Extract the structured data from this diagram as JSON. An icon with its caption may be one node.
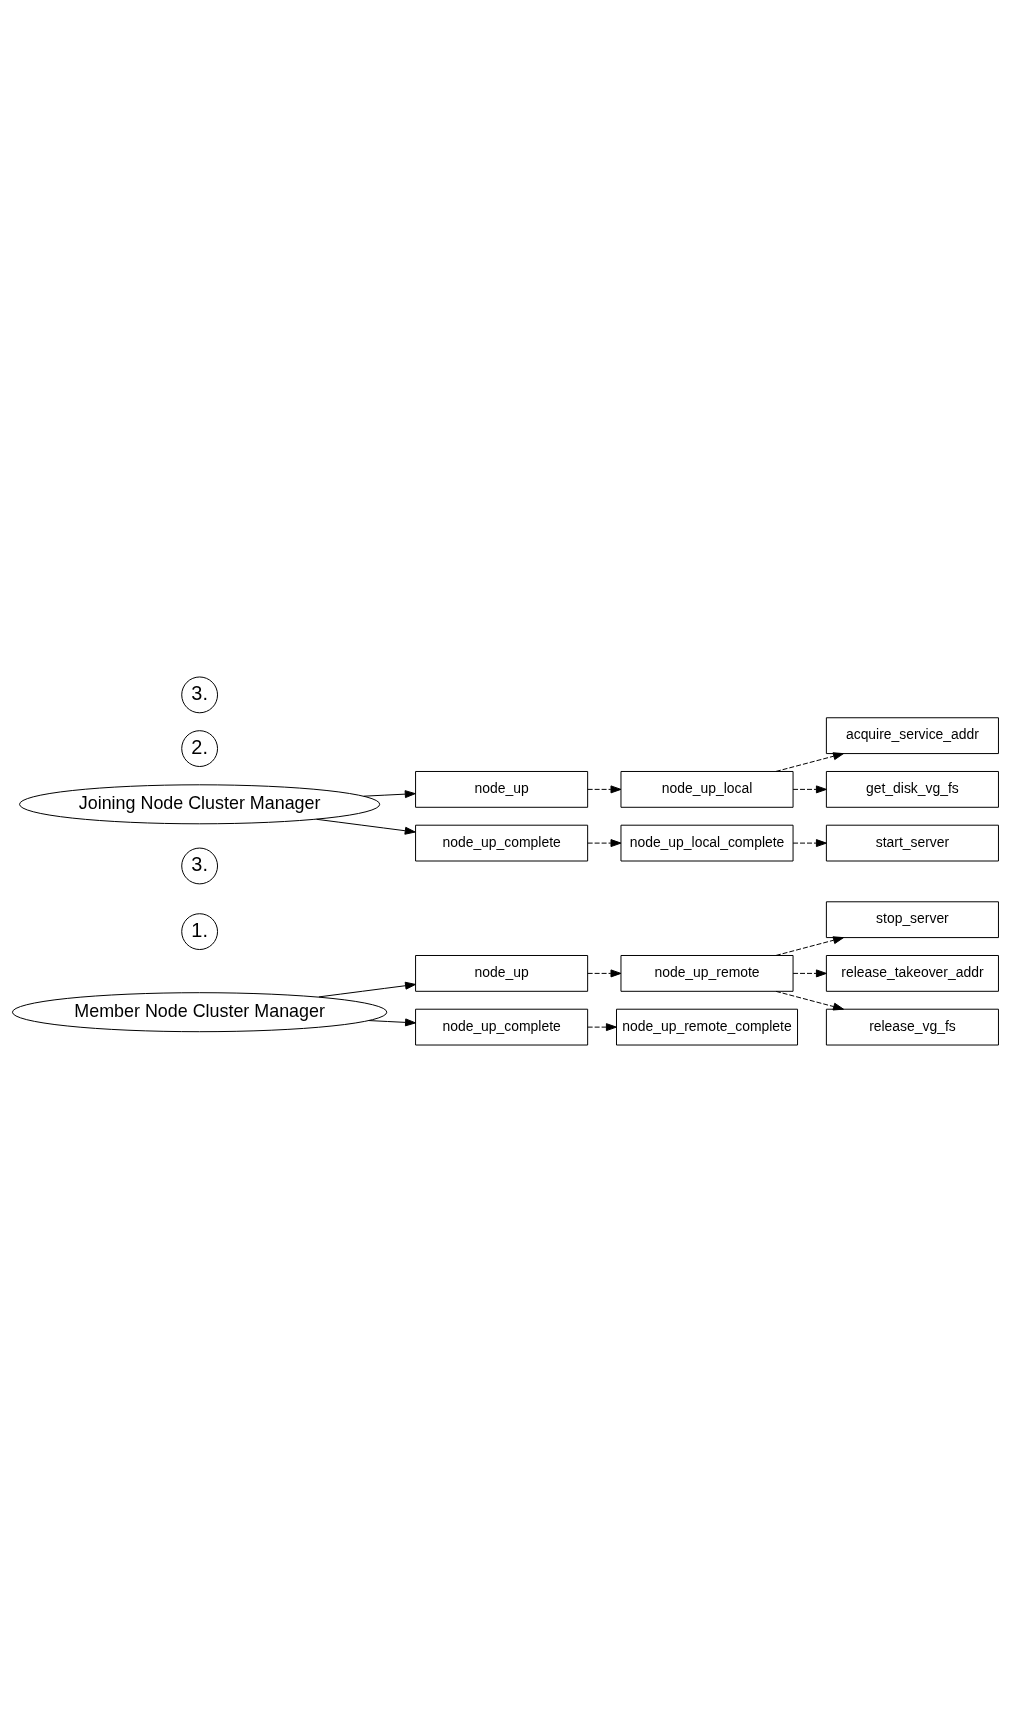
{
  "diagram": {
    "nodes": [
      {
        "text": [
          "Member Node Cluster Manager"
        ]
      },
      {
        "text": [
          "1."
        ]
      },
      {
        "text": [
          "node_up"
        ]
      },
      {
        "text": [
          "node_up_remote"
        ]
      },
      {
        "text": [
          "stop_server"
        ]
      },
      {
        "text": [
          "release_takeover_addr"
        ]
      },
      {
        "text": [
          "release_vg_fs"
        ]
      },
      {
        "text": [
          "3."
        ]
      },
      {
        "text": [
          "node_up_complete"
        ]
      },
      {
        "text": [
          "node_up_remote_complete"
        ]
      },
      {
        "text": [
          "Joining Node Cluster Manager"
        ]
      },
      {
        "text": [
          "2."
        ]
      },
      {
        "text": [
          "node_up"
        ]
      },
      {
        "text": [
          "node_up_local"
        ]
      },
      {
        "text": [
          "acquire_service_addr"
        ]
      },
      {
        "text": [
          "get_disk_vg_fs"
        ]
      },
      {
        "text": [
          "3."
        ]
      },
      {
        "text": [
          "node_up_complete"
        ]
      },
      {
        "text": [
          "node_up_local_complete"
        ]
      },
      {
        "text": [
          "start_server"
        ]
      }
    ],
    "edges": [
      {
        "from": 0,
        "to": 2,
        "arrow": "to"
      },
      {
        "from": 2,
        "to": 3,
        "arrow": "to",
        "style": "dashed"
      },
      {
        "from": 3,
        "to": 4,
        "arrow": "to",
        "style": "dashed"
      },
      {
        "from": 3,
        "to": 5,
        "arrow": "to",
        "style": "dashed"
      },
      {
        "from": 3,
        "to": 6,
        "arrow": "to",
        "style": "dashed"
      },
      {
        "from": 0,
        "to": 8,
        "arrow": "to"
      },
      {
        "from": 8,
        "to": 9,
        "arrow": "to",
        "style": "dashed"
      },
      {
        "from": 10,
        "to": 12,
        "arrow": "to"
      },
      {
        "from": 12,
        "to": 13,
        "arrow": "to",
        "style": "dashed"
      },
      {
        "from": 13,
        "to": 14,
        "arrow": "to",
        "style": "dashed"
      },
      {
        "from": 13,
        "to": 15,
        "arrow": "to",
        "style": "dashed"
      },
      {
        "from": 10,
        "to": 17,
        "arrow": "to"
      },
      {
        "from": 17,
        "to": 18,
        "arrow": "to",
        "style": "dashed"
      },
      {
        "from": 18,
        "to": 19,
        "arrow": "to",
        "style": "dashed"
      }
    ]
  }
}
